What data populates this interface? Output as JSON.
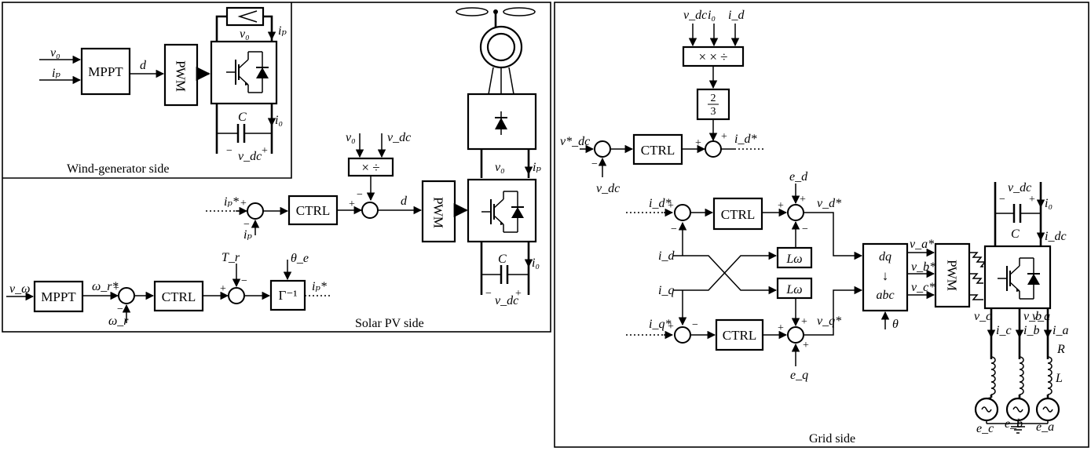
{
  "panels": {
    "wind": {
      "title": "Wind-generator side"
    },
    "solar": {
      "title": "Solar PV side"
    },
    "grid": {
      "title": "Grid side"
    }
  },
  "blocks": {
    "mppt": "MPPT",
    "pwm": "P W M",
    "ctrl": "CTRL",
    "inv_park": "Γ⁻¹",
    "mul_div": "× ÷",
    "mul_mul_div": "× × ÷",
    "gain_num": "2",
    "gain_den": "3",
    "l_omega": "Lω",
    "dq": "dq",
    "arrow_down": "↓",
    "abc": "abc",
    "capacitor": "C"
  },
  "signals": {
    "v0": "v₀",
    "ip": "iₚ",
    "ip_ref": "iₚ*",
    "d": "d",
    "i0": "i₀",
    "vdc": "v_dc",
    "vdc_ref": "v*_dc",
    "v_omega": "v_ω",
    "omega_r_ref": "ω_r*",
    "omega_r": "ω_r",
    "Tr": "T_r",
    "theta_e": "θ_e",
    "id": "i_d",
    "iq": "i_q",
    "id_ref": "i_d*",
    "iq_ref": "i_q*",
    "ed": "e_d",
    "eq": "e_q",
    "vd_ref": "v_d*",
    "vq_ref": "v_q*",
    "va_ref": "v_a*",
    "vb_ref": "v_b*",
    "vc_ref": "v_c*",
    "theta": "θ",
    "idc": "i_dc",
    "va": "v_a",
    "vb": "v_b",
    "vc": "v_c",
    "ia": "i_a",
    "ib": "i_b",
    "ic": "i_c",
    "R": "R",
    "L": "L",
    "ea": "e_a",
    "eb": "e_b",
    "ec": "e_c",
    "plus": "+",
    "minus": "−"
  }
}
